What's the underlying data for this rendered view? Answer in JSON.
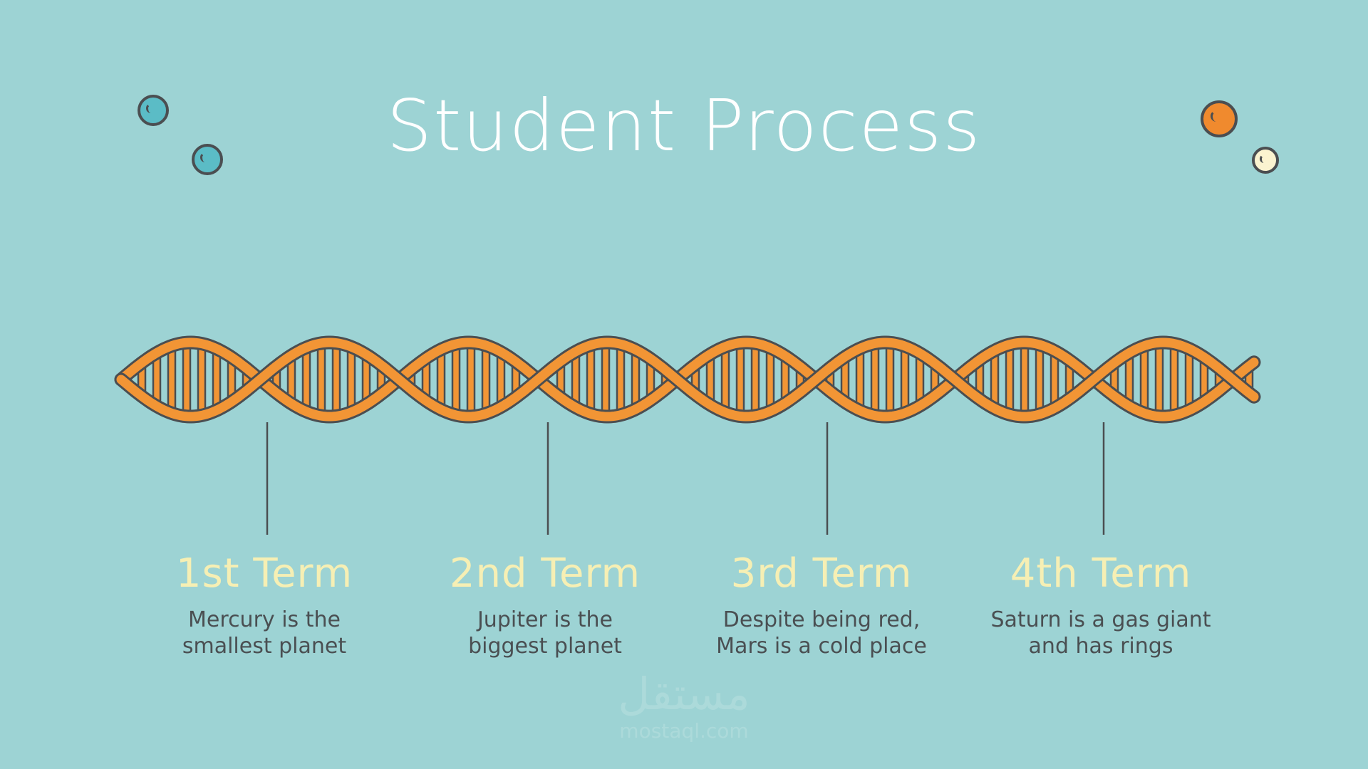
{
  "slide": {
    "title": "Student Process",
    "terms": [
      {
        "title": "1st Term",
        "description": [
          "Mercury is the",
          "smallest planet"
        ]
      },
      {
        "title": "2nd Term",
        "description": [
          "Jupiter is the",
          "biggest planet"
        ]
      },
      {
        "title": "3rd Term",
        "description": [
          "Despite being red,",
          "Mars is a cold place"
        ]
      },
      {
        "title": "4th Term",
        "description": [
          "Saturn is a gas giant",
          "and has rings"
        ]
      }
    ]
  },
  "watermark": {
    "arabic": "مستقل",
    "latin": "mostaql.com"
  },
  "colors": {
    "background": "#9dd3d4",
    "helix": "#f29535",
    "outline": "#4b4e51",
    "term_title": "#f6efb4",
    "bubble_teal": "#5bbcc6",
    "bubble_orange": "#f08a2e",
    "bubble_cream": "#fbf3d0"
  }
}
